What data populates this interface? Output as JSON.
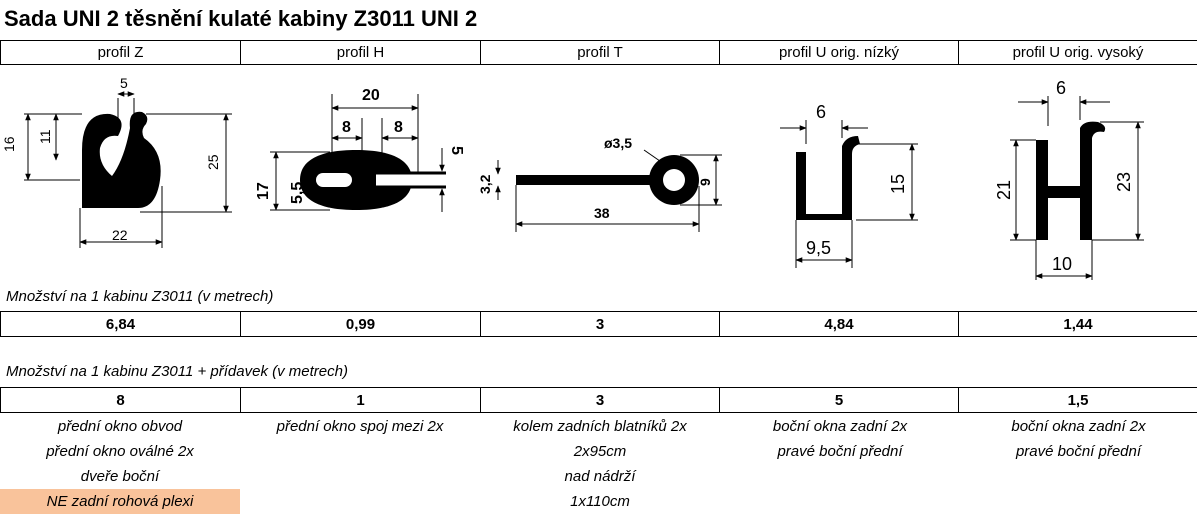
{
  "title": "Sada UNI 2 těsnění kulaté kabiny Z3011 UNI 2",
  "headers": [
    "profil Z",
    "profil H",
    "profil T",
    "profil U orig. nízký",
    "profil U orig. vysoký"
  ],
  "dimensions": {
    "z": {
      "d1": "5",
      "d2": "16",
      "d3": "11",
      "d4": "25",
      "d5": "22"
    },
    "h": {
      "d1": "20",
      "d2": "8",
      "d3": "8",
      "d4": "5",
      "d5": "17",
      "d6": "5,5"
    },
    "t": {
      "d1": "ø3,5",
      "d2": "3,2",
      "d3": "9",
      "d4": "38"
    },
    "u_low": {
      "d1": "6",
      "d2": "15",
      "d3": "9,5"
    },
    "u_high": {
      "d1": "6",
      "d2": "21",
      "d3": "23",
      "d4": "10"
    }
  },
  "section1_label": "Množství na 1 kabinu Z3011 (v metrech)",
  "quantities1": [
    "6,84",
    "0,99",
    "3",
    "4,84",
    "1,44"
  ],
  "section2_label": "Množství na 1 kabinu Z3011 + přídavek (v metrech)",
  "quantities2": [
    "8",
    "1",
    "3",
    "5",
    "1,5"
  ],
  "notes": [
    [
      "přední okno obvod",
      "přední okno oválné 2x",
      "dveře boční",
      "NE zadní rohová plexi"
    ],
    [
      "přední okno spoj mezi 2x"
    ],
    [
      "kolem zadních blatníků 2x",
      "2x95cm",
      "nad nádrží",
      "1x110cm"
    ],
    [
      "boční okna zadní 2x",
      "pravé boční přední"
    ],
    [
      "boční okna zadní 2x",
      "pravé boční přední"
    ]
  ],
  "highlight_color": "#f9c39b"
}
